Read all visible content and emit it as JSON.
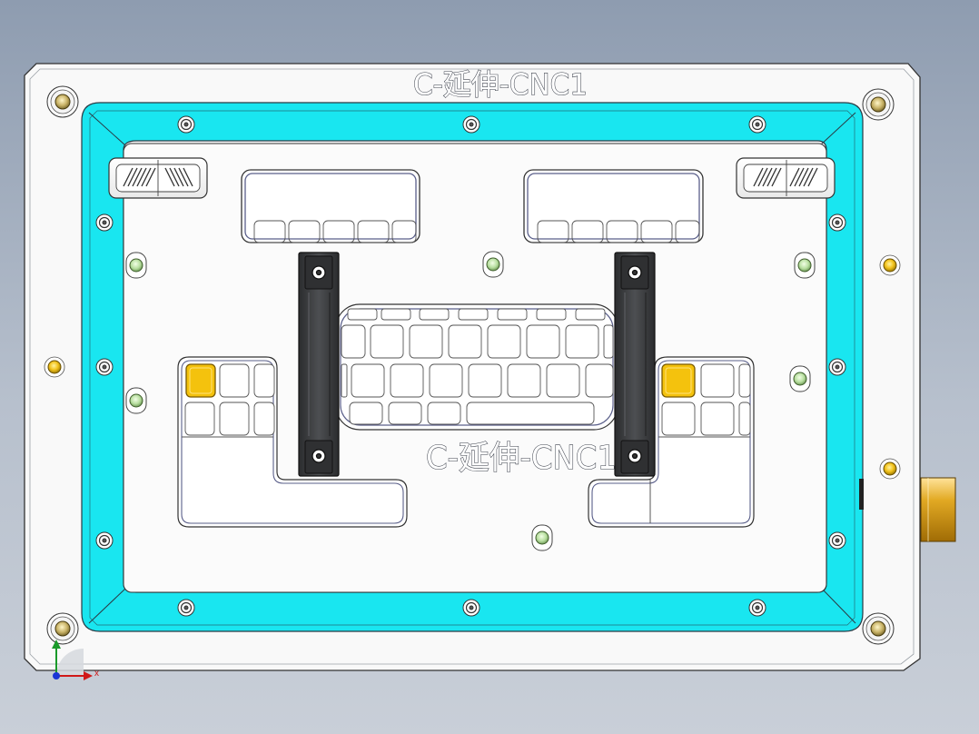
{
  "model": {
    "top_engraving": "C-延伸-CNC1",
    "center_engraving": "C-延伸-CNC1"
  },
  "triad": {
    "x_label": "x"
  },
  "colors": {
    "background_top": "#8e9cb0",
    "background_bottom": "#c9cfd8",
    "plate": "#f8f8f8",
    "frame_cyan": "#19e6f0",
    "handle": "#3b3d40",
    "pin_yellow": "#f2c21b",
    "locator_green": "#b8dfa0"
  }
}
